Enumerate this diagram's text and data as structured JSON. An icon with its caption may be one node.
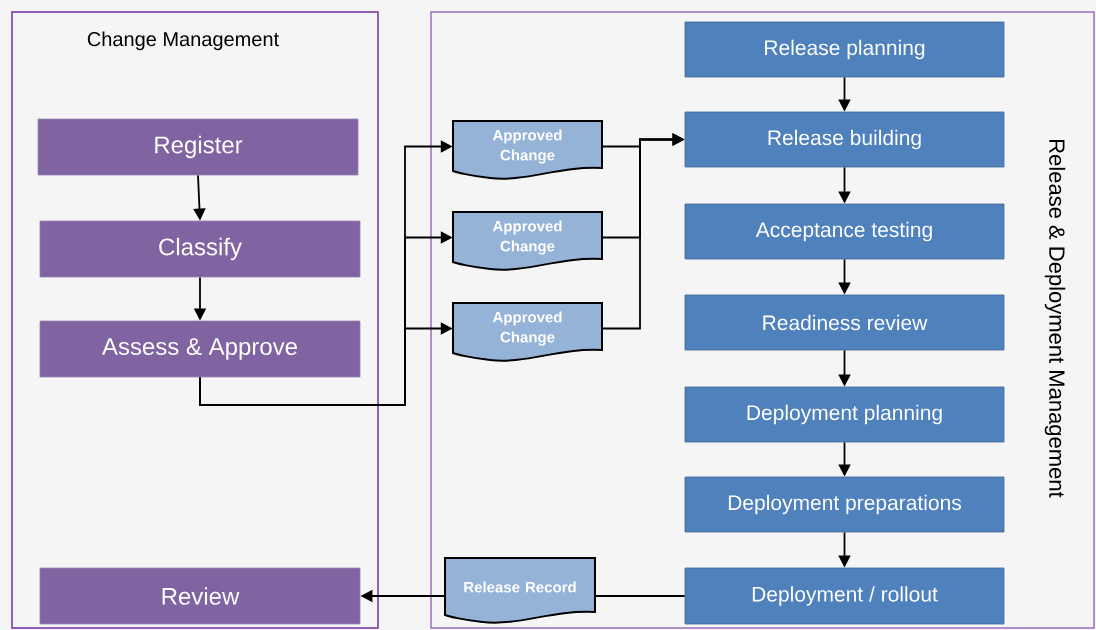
{
  "diagram": {
    "nodes": [
      {
        "text": [
          "Change Management"
        ]
      },
      {
        "text": [
          "Register"
        ],
        "in": 0
      },
      {
        "text": [
          "Classify"
        ],
        "in": 0
      },
      {
        "text": [
          "Assess & Approve"
        ],
        "in": 0
      },
      {
        "text": [
          "Review"
        ],
        "in": 0
      },
      {
        "text": [
          "Release & Deployment Management"
        ]
      },
      {
        "text": [
          "Approved Change"
        ],
        "in": 5
      },
      {
        "text": [
          "Approved Change"
        ],
        "in": 5
      },
      {
        "text": [
          "Approved Change"
        ],
        "in": 5
      },
      {
        "text": [
          "Release planning"
        ],
        "in": 5
      },
      {
        "text": [
          "Release building"
        ],
        "in": 5
      },
      {
        "text": [
          "Acceptance testing"
        ],
        "in": 5
      },
      {
        "text": [
          "Readiness review"
        ],
        "in": 5
      },
      {
        "text": [
          "Deployment planning"
        ],
        "in": 5
      },
      {
        "text": [
          "Deployment preparations"
        ],
        "in": 5
      },
      {
        "text": [
          "Deployment / rollout"
        ],
        "in": 5
      },
      {
        "text": [
          "Release Record"
        ],
        "in": 5
      }
    ],
    "edges": [
      {
        "from": 1,
        "to": 2,
        "arrow": "to"
      },
      {
        "from": 2,
        "to": 3,
        "arrow": "to"
      },
      {
        "from": 3,
        "to": 6,
        "arrow": "to"
      },
      {
        "from": 3,
        "to": 7,
        "arrow": "to"
      },
      {
        "from": 3,
        "to": 8,
        "arrow": "to"
      },
      {
        "from": 6,
        "to": 10,
        "arrow": "to"
      },
      {
        "from": 7,
        "to": 10,
        "arrow": "to"
      },
      {
        "from": 8,
        "to": 10,
        "arrow": "to"
      },
      {
        "from": 9,
        "to": 10,
        "arrow": "to"
      },
      {
        "from": 10,
        "to": 11,
        "arrow": "to"
      },
      {
        "from": 11,
        "to": 12,
        "arrow": "to"
      },
      {
        "from": 12,
        "to": 13,
        "arrow": "to"
      },
      {
        "from": 13,
        "to": 14,
        "arrow": "to"
      },
      {
        "from": 14,
        "to": 15,
        "arrow": "to"
      },
      {
        "from": 15,
        "to": 16,
        "arrow": "none"
      },
      {
        "from": 16,
        "to": 4,
        "arrow": "to"
      }
    ]
  }
}
